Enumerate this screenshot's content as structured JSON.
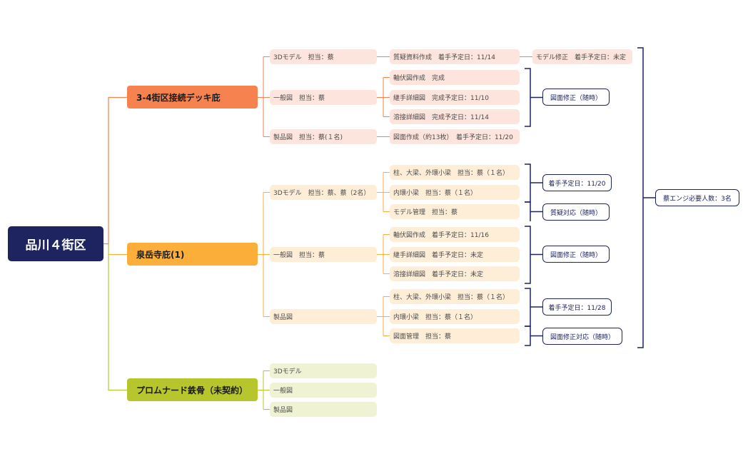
{
  "root": {
    "label": "品川４街区"
  },
  "branches": [
    {
      "label": "3-4街区接続デッキ庇",
      "color": "#f5824f",
      "children": [
        {
          "label": "3Dモデル　担当：蔡"
        },
        {
          "label": "一般図　担当：蔡"
        },
        {
          "label": "製品図　担当：蔡(１名)"
        }
      ]
    },
    {
      "label": "泉岳寺庇(1)",
      "color": "#fcae3b",
      "children": [
        {
          "label": "3Dモデル　担当：蔡、蔡（2名）"
        },
        {
          "label": "一般図　担当：蔡"
        },
        {
          "label": "製品図"
        }
      ]
    },
    {
      "label": "プロムナード鉄骨（未契約）",
      "color": "#b7c62c",
      "children": [
        {
          "label": "3Dモデル"
        },
        {
          "label": "一般図"
        },
        {
          "label": "製品図"
        }
      ]
    }
  ],
  "details": {
    "b0_model": [
      "質疑資料作成　着手予定日：11/14"
    ],
    "b0_general": [
      "軸伏図作成　完成",
      "継手詳細図　完成予定日：11/10",
      "溶接詳細図　完成予定日：11/14"
    ],
    "b0_product": [
      "図面作成（約13枚）　着手予定日：11/20"
    ],
    "b1_model": [
      "柱、大梁、外環小梁　担当：蔡（１名）",
      "内環小梁　担当：蔡（１名）",
      "モデル管理　担当：蔡"
    ],
    "b1_general": [
      "軸伏図作成　着手予定日：11/16",
      "継手詳細図　着手予定日：未定",
      "溶接詳細図　着手予定日：未定"
    ],
    "b1_product": [
      "柱、大梁、外環小梁　担当：蔡（１名）",
      "内環小梁　担当：蔡（１名）",
      "図面管理　担当：蔡"
    ]
  },
  "followups": {
    "model_fix": "モデル修正　着手予定日：未定",
    "b0_drawing_fix": "図面修正（随時）",
    "b1_model_start": "着手予定日：11/20",
    "b1_model_qa": "質疑対応（随時）",
    "b1_drawing_fix": "図面修正（随時）",
    "b1_product_start": "着手予定日：11/28",
    "b1_product_fix": "図面修正対応（随時）"
  },
  "summary": "蔡エンジ必要人数：3名",
  "colors": {
    "root": "#1e2460",
    "orange": "#f5824f",
    "amber": "#fcae3b",
    "lime": "#b7c62c",
    "navy": "#1e2460"
  }
}
